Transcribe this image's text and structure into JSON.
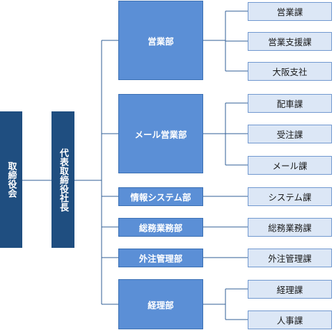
{
  "board": "取締役会",
  "president": "代表取締役社長",
  "departments": [
    {
      "name": "営業部",
      "sections": [
        "営業課",
        "営業支援課",
        "大阪支社"
      ]
    },
    {
      "name": "メール営業部",
      "sections": [
        "配車課",
        "受注課",
        "メール課"
      ]
    },
    {
      "name": "情報システム部",
      "sections": [
        "システム課"
      ]
    },
    {
      "name": "総務業務部",
      "sections": [
        "総務業務課"
      ]
    },
    {
      "name": "外注管理部",
      "sections": [
        "外注管理課"
      ]
    },
    {
      "name": "経理部",
      "sections": [
        "経理課",
        "人事課"
      ]
    }
  ],
  "colors": {
    "top_box": "#1f4e80",
    "department_box": "#5b8fd6",
    "section_box": "#dce7f6",
    "connector": "#2f5d95"
  }
}
